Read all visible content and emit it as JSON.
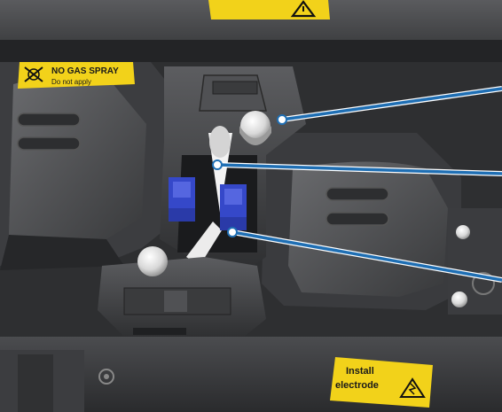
{
  "photo": {
    "warning_label_top": "NO GAS SPRAY",
    "warning_label_top_line2": "Do not apply",
    "electrode_label_line1": "Install",
    "electrode_label_line2": "electrode"
  },
  "colors": {
    "callout_line": "#1f6fb4",
    "label_yellow": "#f2d21a",
    "clamp_blue": "#3548c9",
    "body_dark": "#2b2c2e",
    "body_mid": "#4a4b4e"
  }
}
